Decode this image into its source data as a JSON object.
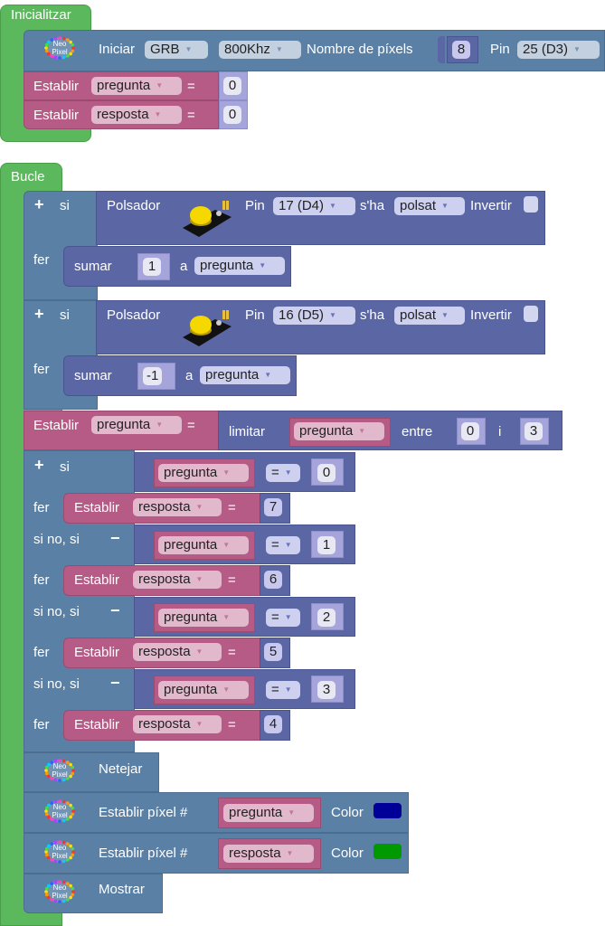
{
  "init": {
    "title": "Inicialitzar",
    "neopixel": {
      "icon": "neopixel-icon",
      "icon_text": [
        "Neo",
        "Pixel"
      ],
      "iniciar_label": "Iniciar",
      "color_order": "GRB",
      "frequency": "800Khz",
      "count_label": "Nombre de píxels",
      "count": "8",
      "pin_label": "Pin",
      "pin": "25 (D3)"
    },
    "sets": [
      {
        "label": "Establir",
        "variable": "pregunta",
        "op": "=",
        "value": "0"
      },
      {
        "label": "Establir",
        "variable": "resposta",
        "op": "=",
        "value": "0"
      }
    ]
  },
  "loop": {
    "title": "Bucle",
    "if_blocks": [
      {
        "plus": "+",
        "if_label": "si",
        "do_label": "fer",
        "sensor_label": "Polsador",
        "pin_label": "Pin",
        "pin": "17 (D4)",
        "state_label": "s'ha",
        "state": "polsat",
        "invert_label": "Invertir",
        "action_label": "sumar",
        "amount": "1",
        "to_label": "a",
        "variable": "pregunta"
      },
      {
        "plus": "+",
        "if_label": "si",
        "do_label": "fer",
        "sensor_label": "Polsador",
        "pin_label": "Pin",
        "pin": "16 (D5)",
        "state_label": "s'ha",
        "state": "polsat",
        "invert_label": "Invertir",
        "action_label": "sumar",
        "amount": "-1",
        "to_label": "a",
        "variable": "pregunta"
      }
    ],
    "constrain": {
      "label": "Establir",
      "variable": "pregunta",
      "op": "=",
      "fn_label": "limitar",
      "fn_var": "pregunta",
      "between_label": "entre",
      "low": "0",
      "and_label": "i",
      "high": "3"
    },
    "chain": {
      "plus": "+",
      "minus": "−",
      "branches": [
        {
          "cond_label": "si",
          "var": "pregunta",
          "op": "=",
          "value": "0",
          "do_label": "fer",
          "set_label": "Establir",
          "set_var": "resposta",
          "set_op": "=",
          "set_value": "7"
        },
        {
          "cond_label": "si no, si",
          "var": "pregunta",
          "op": "=",
          "value": "1",
          "do_label": "fer",
          "set_label": "Establir",
          "set_var": "resposta",
          "set_op": "=",
          "set_value": "6"
        },
        {
          "cond_label": "si no, si",
          "var": "pregunta",
          "op": "=",
          "value": "2",
          "do_label": "fer",
          "set_label": "Establir",
          "set_var": "resposta",
          "set_op": "=",
          "set_value": "5"
        },
        {
          "cond_label": "si no, si",
          "var": "pregunta",
          "op": "=",
          "value": "3",
          "do_label": "fer",
          "set_label": "Establir",
          "set_var": "resposta",
          "set_op": "=",
          "set_value": "4"
        }
      ]
    },
    "neo_blocks": {
      "clear_label": "Netejar",
      "set_pixels": [
        {
          "label": "Establir píxel #",
          "variable": "pregunta",
          "color_label": "Color",
          "color": "#000099"
        },
        {
          "label": "Establir píxel #",
          "variable": "resposta",
          "color_label": "Color",
          "color": "#009900"
        }
      ],
      "show_label": "Mostrar"
    }
  },
  "colors": {
    "green": "#5cb85c",
    "blue": "#5b80a5",
    "purple": "#5b67a5",
    "pink": "#b65b85",
    "lavender": "#a5a5dc"
  }
}
